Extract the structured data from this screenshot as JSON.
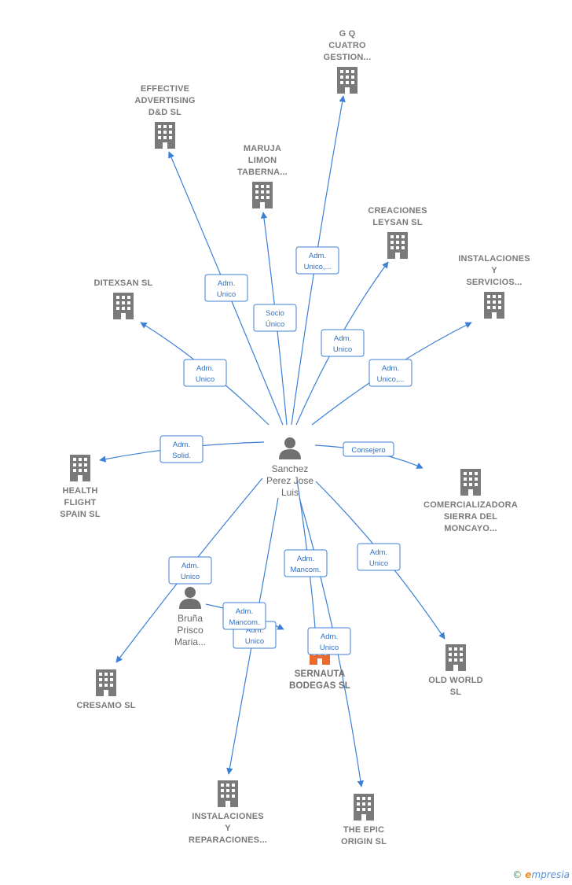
{
  "colors": {
    "edge": "#3c7fd6",
    "building": "#7a7a7a",
    "main_building": "#ea6a2f",
    "person": "#707070",
    "label": "#7a7a7a"
  },
  "people": [
    {
      "id": "sanchez",
      "lines": [
        "Sanchez",
        "Perez Jose",
        "Luis"
      ]
    },
    {
      "id": "bruna",
      "lines": [
        "Bruña",
        "Prisco",
        "Maria..."
      ]
    }
  ],
  "companies": [
    {
      "id": "gq",
      "lines": [
        "G Q",
        "CUATRO",
        "GESTION..."
      ]
    },
    {
      "id": "effective",
      "lines": [
        "EFFECTIVE",
        "ADVERTISING",
        "D&D  SL"
      ]
    },
    {
      "id": "maruja",
      "lines": [
        "MARUJA",
        "LIMON",
        "TABERNA..."
      ]
    },
    {
      "id": "creaciones",
      "lines": [
        "CREACIONES",
        "LEYSAN  SL"
      ]
    },
    {
      "id": "instalaciones_serv",
      "lines": [
        "INSTALACIONES",
        "Y",
        "SERVICIOS..."
      ]
    },
    {
      "id": "ditexsan",
      "lines": [
        "DITEXSAN  SL"
      ]
    },
    {
      "id": "health",
      "lines": [
        "HEALTH",
        "FLIGHT",
        "SPAIN  SL"
      ]
    },
    {
      "id": "comercializadora",
      "lines": [
        "COMERCIALIZADORA",
        "SIERRA DEL",
        "MONCAYO..."
      ]
    },
    {
      "id": "cresamo",
      "lines": [
        "CRESAMO  SL"
      ]
    },
    {
      "id": "sernauta",
      "lines": [
        "SERNAUTA",
        "BODEGAS  SL"
      ],
      "main": true
    },
    {
      "id": "oldworld",
      "lines": [
        "OLD WORLD",
        "SL"
      ]
    },
    {
      "id": "instalaciones_rep",
      "lines": [
        "INSTALACIONES",
        "Y",
        "REPARACIONES..."
      ]
    },
    {
      "id": "epic",
      "lines": [
        "THE EPIC",
        "ORIGIN  SL"
      ]
    }
  ],
  "relations": [
    {
      "from": "sanchez",
      "to": "gq",
      "label": [
        "Adm.",
        "Unico,..."
      ]
    },
    {
      "from": "sanchez",
      "to": "effective",
      "label": [
        "Adm.",
        "Unico"
      ]
    },
    {
      "from": "sanchez",
      "to": "maruja",
      "label": [
        "Socio",
        "Único"
      ]
    },
    {
      "from": "sanchez",
      "to": "creaciones",
      "label": [
        "Adm.",
        "Unico"
      ]
    },
    {
      "from": "sanchez",
      "to": "instalaciones_serv",
      "label": [
        "Adm.",
        "Unico,..."
      ]
    },
    {
      "from": "sanchez",
      "to": "ditexsan",
      "label": [
        "Adm.",
        "Unico"
      ]
    },
    {
      "from": "sanchez",
      "to": "health",
      "label": [
        "Adm.",
        "Solid."
      ]
    },
    {
      "from": "sanchez",
      "to": "comercializadora",
      "label": [
        "Consejero"
      ]
    },
    {
      "from": "sanchez",
      "to": "cresamo",
      "label": [
        "Adm.",
        "Unico"
      ]
    },
    {
      "from": "sanchez",
      "to": "sernauta",
      "label": [
        "Adm.",
        "Mancom."
      ]
    },
    {
      "from": "sanchez",
      "to": "oldworld",
      "label": [
        "Adm.",
        "Unico"
      ]
    },
    {
      "from": "sanchez",
      "to": "instalaciones_rep",
      "label": [
        "Adm.",
        "Unico"
      ]
    },
    {
      "from": "sanchez",
      "to": "epic",
      "label": [
        "Adm.",
        "Unico"
      ]
    },
    {
      "from": "bruna",
      "to": "sernauta",
      "label": [
        "Adm.",
        "Mancom."
      ]
    }
  ],
  "brand": {
    "copyright": "©",
    "first_letter": "e",
    "rest": "mpresia"
  }
}
